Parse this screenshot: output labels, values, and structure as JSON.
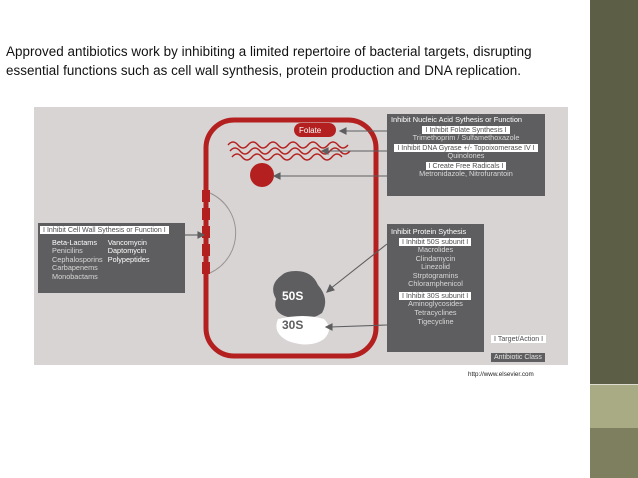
{
  "slide": {
    "intro_line1": "Approved antibiotics work by inhibiting a limited repertoire of bacterial targets, disrupting",
    "intro_line2": "essential functions such as cell wall synthesis, protein production and DNA replication.",
    "credit": "http://www.elsevier.com"
  },
  "figure": {
    "folate_label": "Folate",
    "ribosome_large": "50S",
    "ribosome_small": "30S",
    "nucleic_box": {
      "heading": "Inhibit Nucleic Acid Sythesis or Function",
      "pill1": "I Inhibit Folate Synthesis I",
      "line1": "Trimethoprim / Sulfamethoxazole",
      "pill2": "I Inhibit DNA Gyrase +/- Topoixomerase IV I",
      "line2": "Quinolones",
      "pill3": "I Create Free Radicals I",
      "line3": "Metronidazole, Nitrofurantoin"
    },
    "wall_box": {
      "pill": "I Inhibit Cell Wall Sythesis or Function I",
      "col1": [
        "Beta-Lactams",
        "Penicilins",
        "Cephalosporins",
        "Carbapenems",
        "Monobactams"
      ],
      "col2": [
        "Vancomycin",
        "Daptomycin",
        "Polypeptides"
      ]
    },
    "protein_box": {
      "heading": "Inhibit Protein Sythesis",
      "pill1": "I Inhibit 50S subunit I",
      "group1": [
        "Macrolides",
        "Clindamycin",
        "Linezolid",
        "Strptogramins",
        "Chloramphenicol"
      ],
      "pill2": "I Inhibit 30S subunit I",
      "group2": [
        "Aminoglycosides",
        "Tetracyclines",
        "Tigecycline"
      ]
    },
    "legend": {
      "target": "I Target/Action I",
      "class": "Antibiotic Class"
    }
  },
  "colors": {
    "cell_red": "#b4201f",
    "box_gray": "#5e5e60",
    "figure_bg": "#d8d4d3",
    "stripe_olive": "#5c5e45",
    "stripe_light": "#a9ab85"
  }
}
